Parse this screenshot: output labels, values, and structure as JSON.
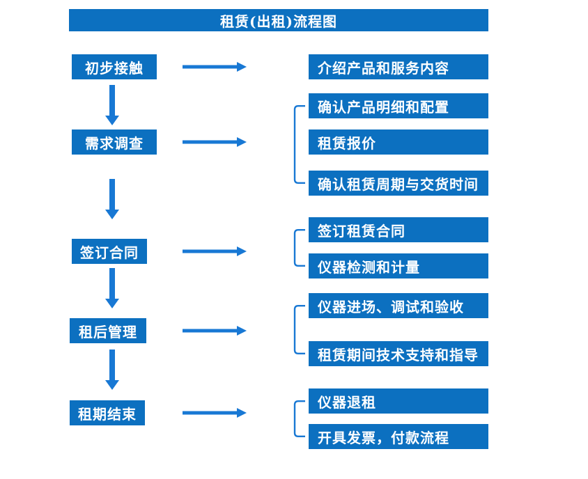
{
  "title": "租赁(出租)流程图",
  "colors": {
    "box": "#0C70C0",
    "arrow": "#1878D4",
    "text": "#FFFFFF",
    "background": "#FFFFFF"
  },
  "flow": {
    "steps": [
      {
        "label": "初步接触",
        "outputs": [
          "介绍产品和服务内容"
        ]
      },
      {
        "label": "需求调查",
        "outputs": [
          "确认产品明细和配置",
          "租赁报价",
          "确认租赁周期与交货时间"
        ]
      },
      {
        "label": "签订合同",
        "outputs": [
          "签订租赁合同",
          "仪器检测和计量"
        ]
      },
      {
        "label": "租后管理",
        "outputs": [
          "仪器进场、调试和验收",
          "租赁期间技术支持和指导"
        ]
      },
      {
        "label": "租期结束",
        "outputs": [
          "仪器退租",
          "开具发票，付款流程"
        ]
      }
    ]
  }
}
